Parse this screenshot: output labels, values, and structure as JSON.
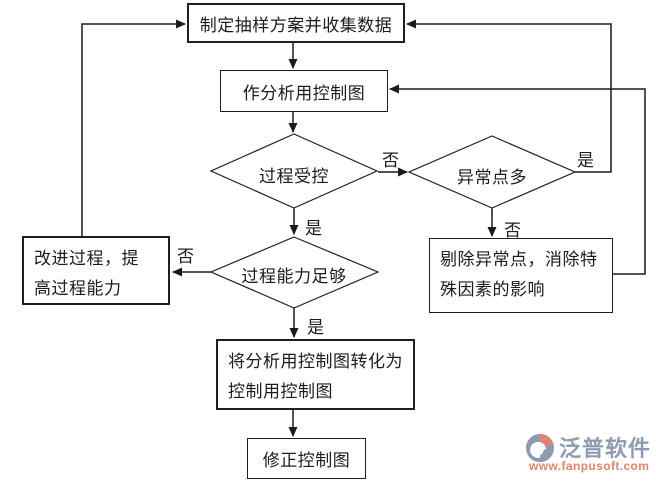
{
  "flowchart": {
    "title_hint": "control-chart-process-flow",
    "nodes": {
      "collect_data": {
        "label": "制定抽样方案并收集数据"
      },
      "analysis_chart": {
        "label": "作分析用控制图"
      },
      "process_in_control": {
        "label": "过程受控"
      },
      "many_abnormal_points": {
        "label": "异常点多"
      },
      "improve_process": {
        "label": "改进过程，提高过程能力",
        "lines": [
          "改进过程，提",
          "高过程能力"
        ]
      },
      "capability_sufficient": {
        "label": "过程能力足够"
      },
      "remove_abnormal_points": {
        "label": "剔除异常点，消除特殊因素的影响",
        "lines": [
          "剔除异常点，消除特",
          "殊因素的影响"
        ]
      },
      "convert_chart": {
        "label": "将分析用控制图转化为控制用控制图",
        "lines": [
          "将分析用控制图转化为",
          "控制用控制图"
        ]
      },
      "revise_chart": {
        "label": "修正控制图"
      }
    },
    "edge_labels": {
      "in_control_no": "否",
      "in_control_yes": "是",
      "abnormal_yes": "是",
      "abnormal_no": "否",
      "capability_no": "否",
      "capability_yes": "是"
    },
    "colors": {
      "line": "#1a1a1a",
      "node_border": "#1f1f1f",
      "background": "#ffffff"
    }
  },
  "watermark": {
    "brand": "泛普软件",
    "url": "www.fanpusoft.com",
    "brand_color": "#8d9ab0",
    "accent_color": "#de8570"
  }
}
